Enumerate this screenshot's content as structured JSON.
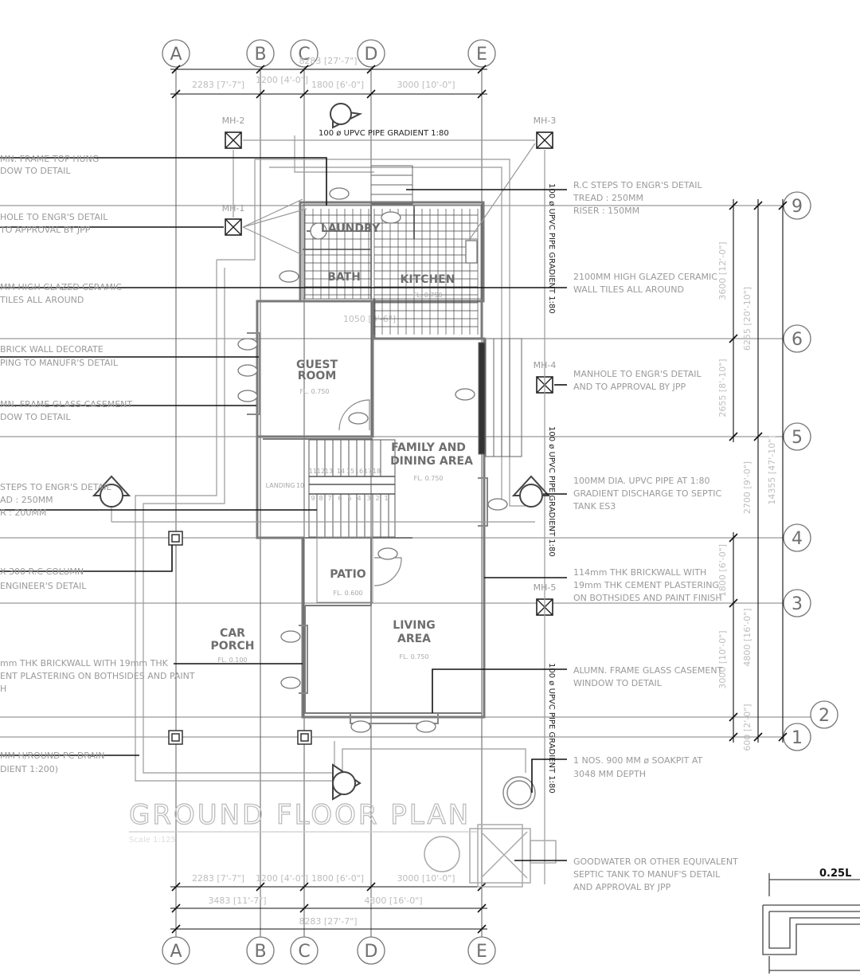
{
  "grid": {
    "columns": [
      {
        "label": "A"
      },
      {
        "label": "B"
      },
      {
        "label": "C"
      },
      {
        "label": "D"
      },
      {
        "label": "E"
      }
    ],
    "rows": [
      {
        "label": "9"
      },
      {
        "label": "6"
      },
      {
        "label": "5"
      },
      {
        "label": "4"
      },
      {
        "label": "3"
      },
      {
        "label": "2"
      },
      {
        "label": "1"
      }
    ]
  },
  "dimensions": {
    "top_overall": "8283 [27'-7\"]",
    "top_segments": [
      "2283 [7'-7\"]",
      "1200 [4'-0\"]",
      "1800 [6'-0\"]",
      "3000 [10'-0\"]"
    ],
    "bottom_segments": [
      "2283 [7'-7\"]",
      "1200 [4'-0\"]",
      "1800 [6'-0\"]",
      "3000 [10'-0\"]"
    ],
    "bottom_pair": [
      "3483 [11'-7\"]",
      "4800 [16'-0\"]"
    ],
    "bottom_overall": "8283 [27'-7\"]",
    "right_segments": [
      "3600 [12'-0\"]",
      "2655 [8'-10\"]",
      "2700 [9'-0\"]",
      "1800 [6'-0\"]",
      "3000 [10'-0\"]",
      "600 [2'-0\"]"
    ],
    "right_sub": [
      "6255 [20'-10\"]",
      "4800 [16'-0\"]"
    ],
    "right_overall": "14355 [47'-10\"]",
    "interior": "1050 [3'-6\"]"
  },
  "manholes": [
    "MH-1",
    "MH-2",
    "MH-3",
    "MH-4",
    "MH-5"
  ],
  "pipe_labels": {
    "top": "100 ø UPVC PIPE GRADIENT 1:80",
    "right_1": "100 ø UPVC PIPE GRADIENT 1:80",
    "right_2": "100 ø UPVC PIPE GRADIENT 1:80",
    "right_3": "100 ø UPVC PIPE GRADIENT 1:80"
  },
  "rooms": {
    "laundry": {
      "name": "LAUNDRY"
    },
    "bath": {
      "name": "BATH"
    },
    "kitchen": {
      "name": "KITCHEN",
      "level": "FL. 0.750"
    },
    "guest": {
      "name_1": "GUEST",
      "name_2": "ROOM",
      "level": "FL. 0.750"
    },
    "family": {
      "name_1": "FAMILY AND",
      "name_2": "DINING AREA",
      "level": "FL. 0.750"
    },
    "patio": {
      "name": "PATIO",
      "level": "FL. 0.600"
    },
    "car_porch": {
      "name_1": "CAR",
      "name_2": "PORCH",
      "level": "FL. 0.100"
    },
    "living": {
      "name_1": "LIVING",
      "name_2": "AREA",
      "level": "FL. 0.750"
    },
    "landing": "LANDING"
  },
  "stairs": {
    "upper": [
      "11",
      "12",
      "13",
      "14",
      "15",
      "16",
      "17",
      "18"
    ],
    "lower": [
      "9",
      "8",
      "7",
      "6",
      "5",
      "4",
      "3",
      "2",
      "1"
    ],
    "landing_step": "10"
  },
  "notes_left": [
    [
      "MN. FRAME TOP HUNG",
      "DOW TO DETAIL"
    ],
    [
      "HOLE TO ENGR'S DETAIL",
      " TO APPROVAL BY JPP"
    ],
    [
      "MM HIGH GLAZED CERAMIC",
      " TILES ALL AROUND"
    ],
    [
      " BRICK WALL DECORATE",
      "PING TO MANUFR'S DETAIL"
    ],
    [
      "MN. FRAME GLASS CASEMENT",
      "DOW TO DETAIL"
    ],
    [
      "STEPS TO ENGR'S DETAIL",
      "AD : 250MM",
      "R : 200MM"
    ],
    [
      " X 300 R.C COLUMN",
      "ENGINEER'S DETAIL"
    ],
    [
      "mm THK BRICKWALL WITH 19mm THK",
      "ENT PLASTERING ON BOTHSIDES AND PAINT",
      "H"
    ],
    [
      " MM H/ROUND PC DRAIN",
      "DIENT 1:200)"
    ]
  ],
  "notes_right": [
    [
      "R.C STEPS TO ENGR'S DETAIL",
      "TREAD : 250MM",
      "RISER : 150MM"
    ],
    [
      "2100MM HIGH GLAZED CERAMIC",
      "WALL TILES ALL AROUND"
    ],
    [
      "MANHOLE TO ENGR'S DETAIL",
      "AND TO APPROVAL BY JPP"
    ],
    [
      "100MM DIA. UPVC PIPE AT 1:80",
      "GRADIENT DISCHARGE TO SEPTIC",
      "TANK ES3"
    ],
    [
      "114mm THK BRICKWALL WITH",
      "19mm THK CEMENT PLASTERING",
      "ON BOTHSIDES AND PAINT FINISH"
    ],
    [
      "ALUMN. FRAME GLASS CASEMENT",
      "WINDOW TO DETAIL"
    ],
    [
      "1 NOS. 900 MM ø SOAKPIT AT",
      "3048 MM DEPTH"
    ],
    [
      "GOODWATER OR OTHER EQUIVALENT",
      "SEPTIC TANK TO MANUF'S DETAIL",
      "AND APPROVAL BY JPP"
    ]
  ],
  "title": {
    "main": "GROUND FLOOR PLAN",
    "scale": "Scale 1:125"
  },
  "detail_label": "0.25L",
  "colors": {
    "wall": "#7a7a7a",
    "line": "#111111",
    "faint": "#c8c8c8",
    "dim_line": "#222222"
  }
}
